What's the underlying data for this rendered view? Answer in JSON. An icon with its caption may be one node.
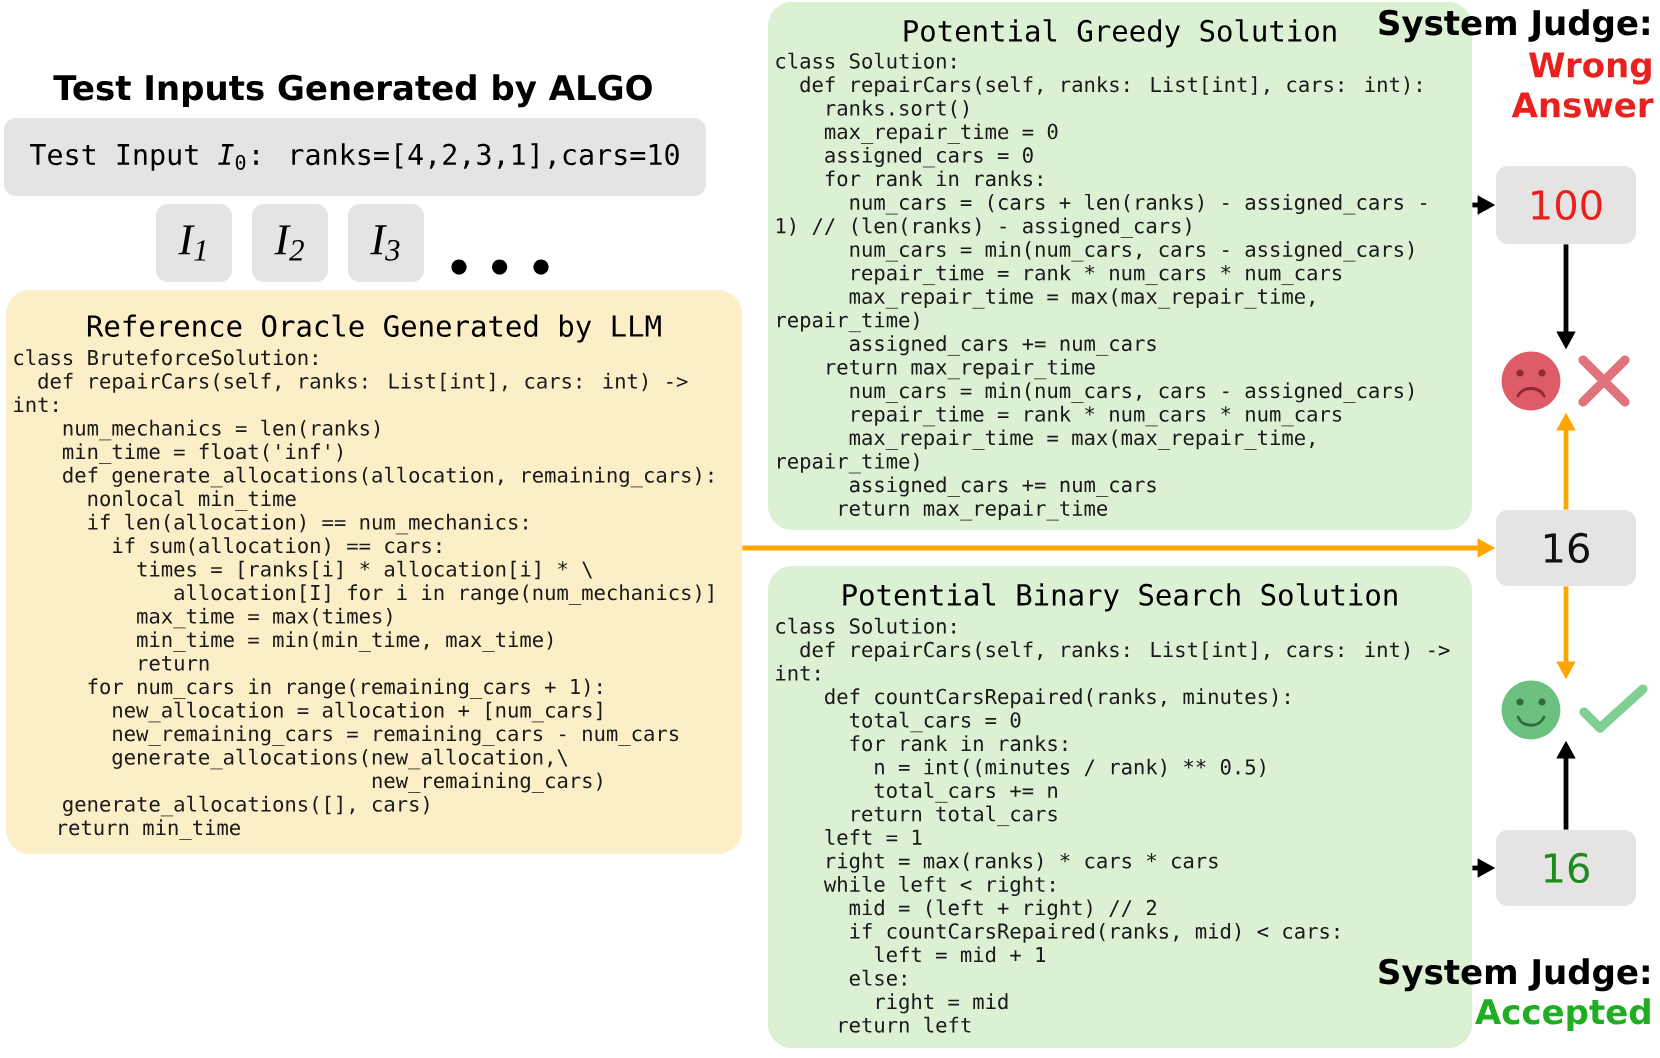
{
  "diagram": {
    "title": "Test Inputs Generated by ALGO",
    "nodes": [
      {
        "text": [
          "Test Input *I*$_{0}$: ranks=[4,2,3,1],cars=10"
        ]
      },
      {
        "text": [
          "I$_{1}$"
        ]
      },
      {
        "text": [
          "I$_{2}$"
        ]
      },
      {
        "text": [
          "I$_{3}$"
        ]
      },
      {
        "text": [
          "Reference Oracle Generated by LLM",
          "class BruteforceSolution:",
          "def repairCars(self, ranks: List[int], cars: int) ->",
          "int:",
          "num_mechanics = len(ranks)",
          "min_time = float('inf')",
          "def generate_allocations(allocation, remaining_cars):",
          "nonlocal min_time",
          "if len(allocation) == num_mechanics:",
          "if sum(allocation) == cars:",
          "times = [ranks[i] * allocation[i] * \\",
          "allocation[I] for i in range(num_mechanics)]",
          "max_time = max(times)",
          "min_time = min(min_time, max_time)",
          "return",
          "for num_cars in range(remaining_cars + 1):",
          "new_allocation = allocation + [num_cars]",
          "new_remaining_cars = remaining_cars - num_cars",
          "generate_allocations(new_allocation,\\",
          "new_remaining_cars)",
          "generate_allocations([], cars)",
          "return min_time"
        ]
      },
      {
        "text": [
          "Potential Greedy Solution",
          "class Solution:",
          "def repairCars(self, ranks: List[int], cars: int):",
          "ranks.sort()",
          "max_repair_time = 0",
          "assigned_cars = 0",
          "for rank in ranks:",
          "num_cars = (cars + len(ranks) - assigned_cars -",
          "1) // (len(ranks) - assigned_cars)",
          "num_cars = min(num_cars, cars - assigned_cars)",
          "repair_time = rank * num_cars * num_cars",
          "max_repair_time = max(max_repair_time,",
          "repair_time)",
          "assigned_cars += num_cars",
          "return max_repair_time",
          "num_cars = min(num_cars, cars - assigned_cars)",
          "repair_time = rank * num_cars * num_cars",
          "max_repair_time = max(max_repair_time,",
          "repair_time)",
          "assigned_cars += num_cars",
          "return max_repair_time"
        ]
      },
      {
        "text": [
          "Potential Binary Search Solution",
          "class Solution:",
          "def repairCars(self, ranks: List[int], cars: int) ->",
          "int:",
          "def countCarsRepaired(ranks, minutes):",
          "total_cars = 0",
          "for rank in ranks:",
          "n = int((minutes / rank) ** 0.5)",
          "total_cars += n",
          "return total_cars",
          "left = 1",
          "right = max(ranks) * cars * cars",
          "while left < right:",
          "mid = (left + right) // 2",
          "if countCarsRepaired(ranks, mid) < cars:",
          "left = mid + 1",
          "else:",
          "right = mid",
          "return left"
        ]
      },
      {
        "text": [
          "100"
        ]
      },
      {
        "text": [],
        "shape": "picture"
      },
      {
        "text": [
          "16"
        ]
      },
      {
        "text": [],
        "shape": "picture"
      },
      {
        "text": [
          "16"
        ]
      }
    ],
    "edges": [
      {
        "from": 5,
        "to": 7,
        "arrow": "to"
      },
      {
        "from": 4,
        "to": 9,
        "arrow": "to",
        "color": "#ffa500"
      },
      {
        "from": 6,
        "to": 11,
        "arrow": "to"
      },
      {
        "from": 7,
        "to": 8,
        "arrow": "to"
      },
      {
        "from": 9,
        "to": 8,
        "arrow": "to",
        "color": "#ffa500"
      },
      {
        "from": 9,
        "to": 10,
        "arrow": "to",
        "color": "#ffa500"
      },
      {
        "from": 11,
        "to": 10,
        "arrow": "to"
      }
    ],
    "labels": [
      "System Judge:",
      "Wrong Answer",
      "System Judge:",
      "Accepted"
    ]
  }
}
